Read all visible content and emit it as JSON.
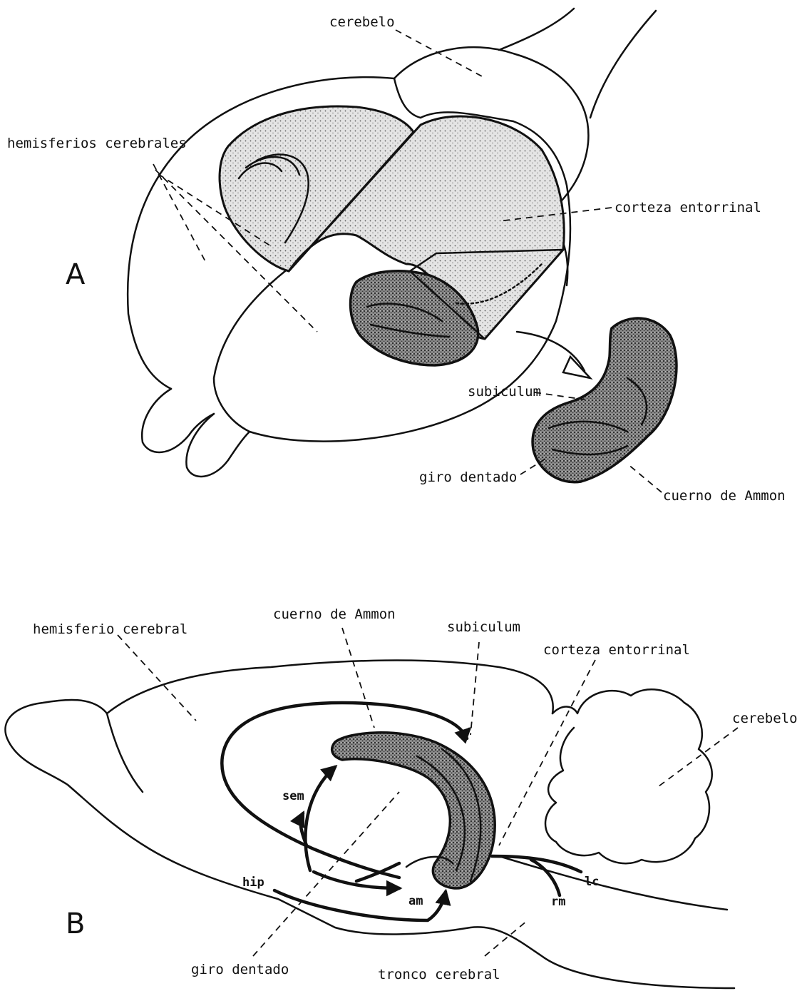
{
  "panels": {
    "a": "A",
    "b": "B"
  },
  "labels_a": {
    "cerebelo": "cerebelo",
    "hemisferios": "hemisferios cerebrales",
    "corteza": "corteza entorrinal",
    "subiculum": "subiculum",
    "giro": "giro dentado",
    "cuerno": "cuerno de Ammon"
  },
  "labels_b": {
    "hemisferio": "hemisferio cerebral",
    "cuerno": "cuerno de Ammon",
    "subiculum": "subiculum",
    "corteza": "corteza entorrinal",
    "cerebelo": "cerebelo",
    "sem": "sem",
    "hip": "hip",
    "am": "am",
    "lc": "lc",
    "rm": "rm",
    "giro": "giro dentado",
    "tronco": "tronco cerebral"
  }
}
